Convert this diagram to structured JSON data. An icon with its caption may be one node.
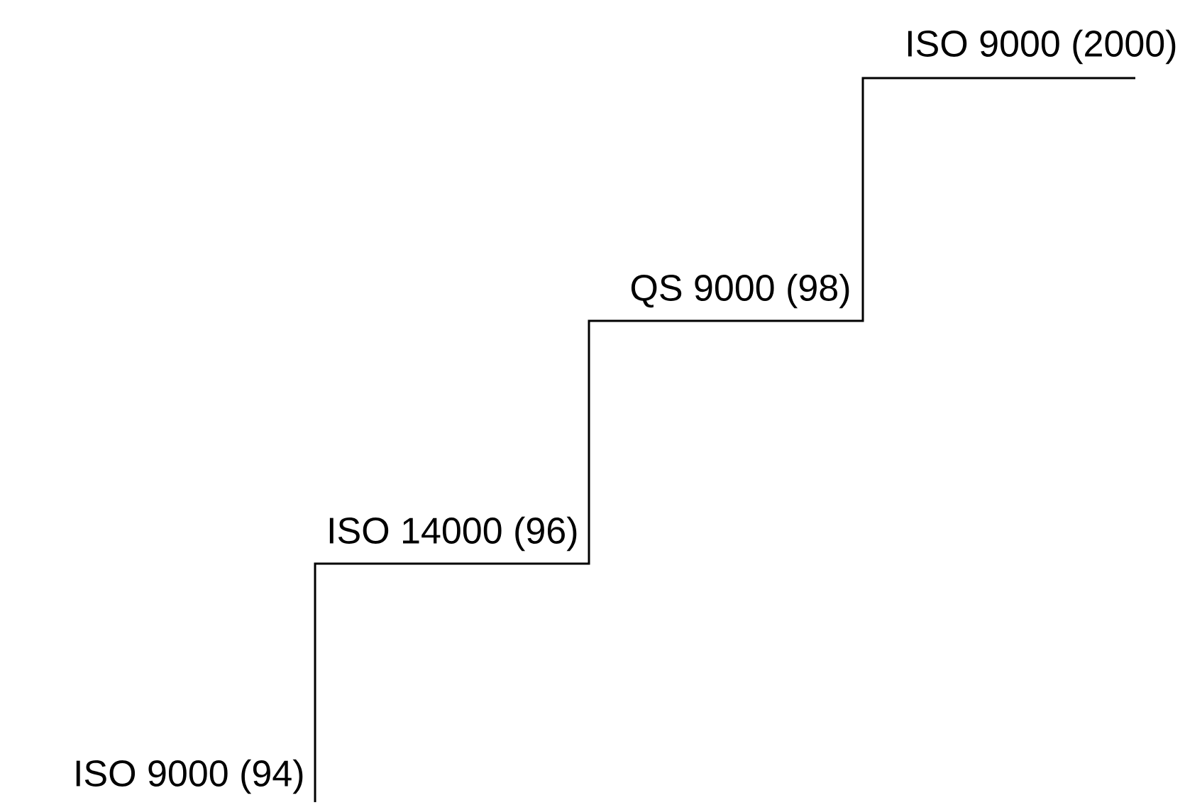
{
  "diagram": {
    "labels": [
      "ISO 9000 (94)",
      "ISO 14000 (96)",
      "QS 9000 (98)",
      "ISO 9000 (2000)"
    ]
  }
}
